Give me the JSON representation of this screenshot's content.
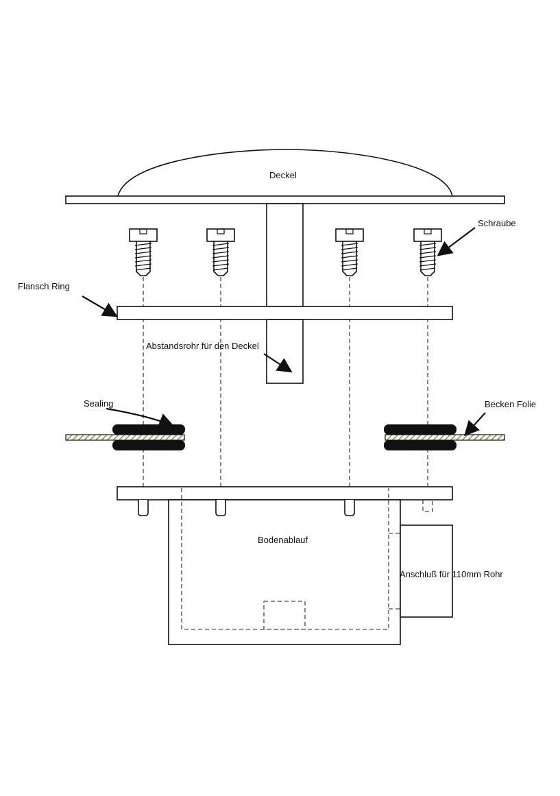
{
  "labels": {
    "deckel": "Deckel",
    "schraube": "Schraube",
    "flansch_ring": "Flansch Ring",
    "abstandsrohr": "Abstandsrohr für den Deckel",
    "sealing": "Sealing",
    "becken_folie": "Becken Folie",
    "bodenablauf": "Bodenablauf",
    "anschluss": "Anschluß für 110mm Rohr"
  },
  "colors": {
    "line": "#111111",
    "gasket": "#111111",
    "liner_fill": "#9fb86a",
    "background": "#ffffff"
  }
}
